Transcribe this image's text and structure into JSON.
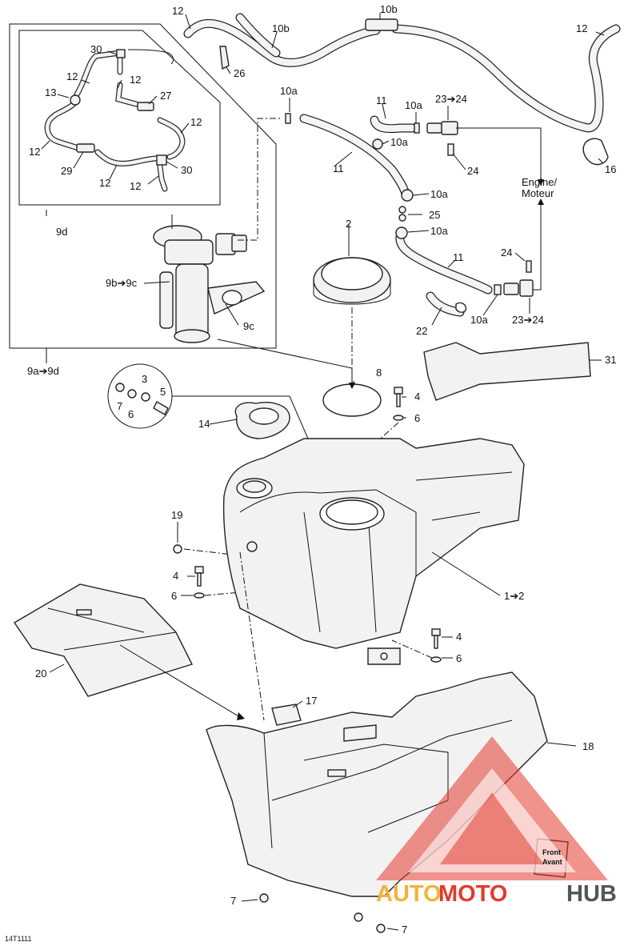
{
  "drawing_code": "14T1111",
  "labels": {
    "l12a": "12",
    "l10b_top": "10b",
    "l10b_hose": "10b",
    "l12_right": "12",
    "l26": "26",
    "l30a": "30",
    "l12b": "12",
    "l12c": "12",
    "l13": "13",
    "l27": "27",
    "l12d": "12",
    "l12e": "12",
    "l29": "29",
    "l30b": "30",
    "l12f": "12",
    "l12g": "12",
    "l9d": "9d",
    "l10a_top": "10a",
    "l11a": "11",
    "l10a_b": "10a",
    "l23_24a": "23➔24",
    "l10a_c": "10a",
    "l24a": "24",
    "l11b": "11",
    "l16": "16",
    "l10a_d": "10a",
    "l25": "25",
    "l10a_e": "10a",
    "engine_en": "Engine/",
    "engine_fr": "Moteur",
    "l2": "2",
    "l11c": "11",
    "l24b": "24",
    "l9b_9c": "9b➔9c",
    "l9c": "9c",
    "l22": "22",
    "l10a_f": "10a",
    "l23_24b": "23➔24",
    "l31": "31",
    "l9a_9d": "9a➔9d",
    "l3": "3",
    "l7a": "7",
    "l6a": "6",
    "l5": "5",
    "l8": "8",
    "l4a": "4",
    "l6b": "6",
    "l14": "14",
    "l19": "19",
    "l4b": "4",
    "l6c": "6",
    "l1_2": "1➔2",
    "l4c": "4",
    "l6d": "6",
    "l20": "20",
    "l17": "17",
    "l18": "18",
    "l7b": "7",
    "l7c": "7",
    "front_en": "Front",
    "front_fr": "Avant"
  },
  "watermark": {
    "part1": "AUTO",
    "part2": "MOTO",
    "part3": "HUB",
    "color_primary": "#e23a2e",
    "color_secondary": "#f2b23a",
    "color_dark": "#555555"
  }
}
